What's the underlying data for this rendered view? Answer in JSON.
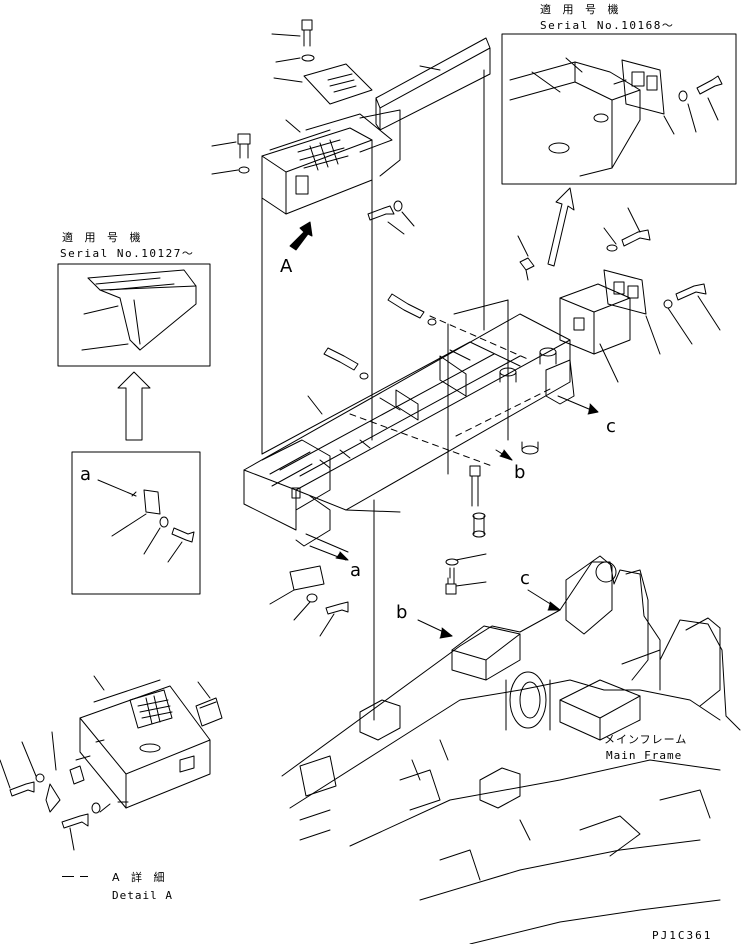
{
  "callouts": {
    "top_right_jp": "適 用 号 機",
    "top_right_serial": "Serial No.10168～",
    "left_jp": "適 用 号 機",
    "left_serial": "Serial No.10127～",
    "view_A": "A",
    "ref_a_detail": "a",
    "ref_a_main": "a",
    "ref_b_main": "b",
    "ref_b_frame": "b",
    "ref_c_main": "c",
    "ref_c_frame": "c",
    "main_frame_jp": "メインフレーム",
    "main_frame_en": "Main Frame",
    "detail_jp": "A 詳 細",
    "detail_en": "Detail A",
    "drawing_code": "PJ1C361"
  },
  "colors": {
    "line": "#000000",
    "background": "#ffffff"
  }
}
